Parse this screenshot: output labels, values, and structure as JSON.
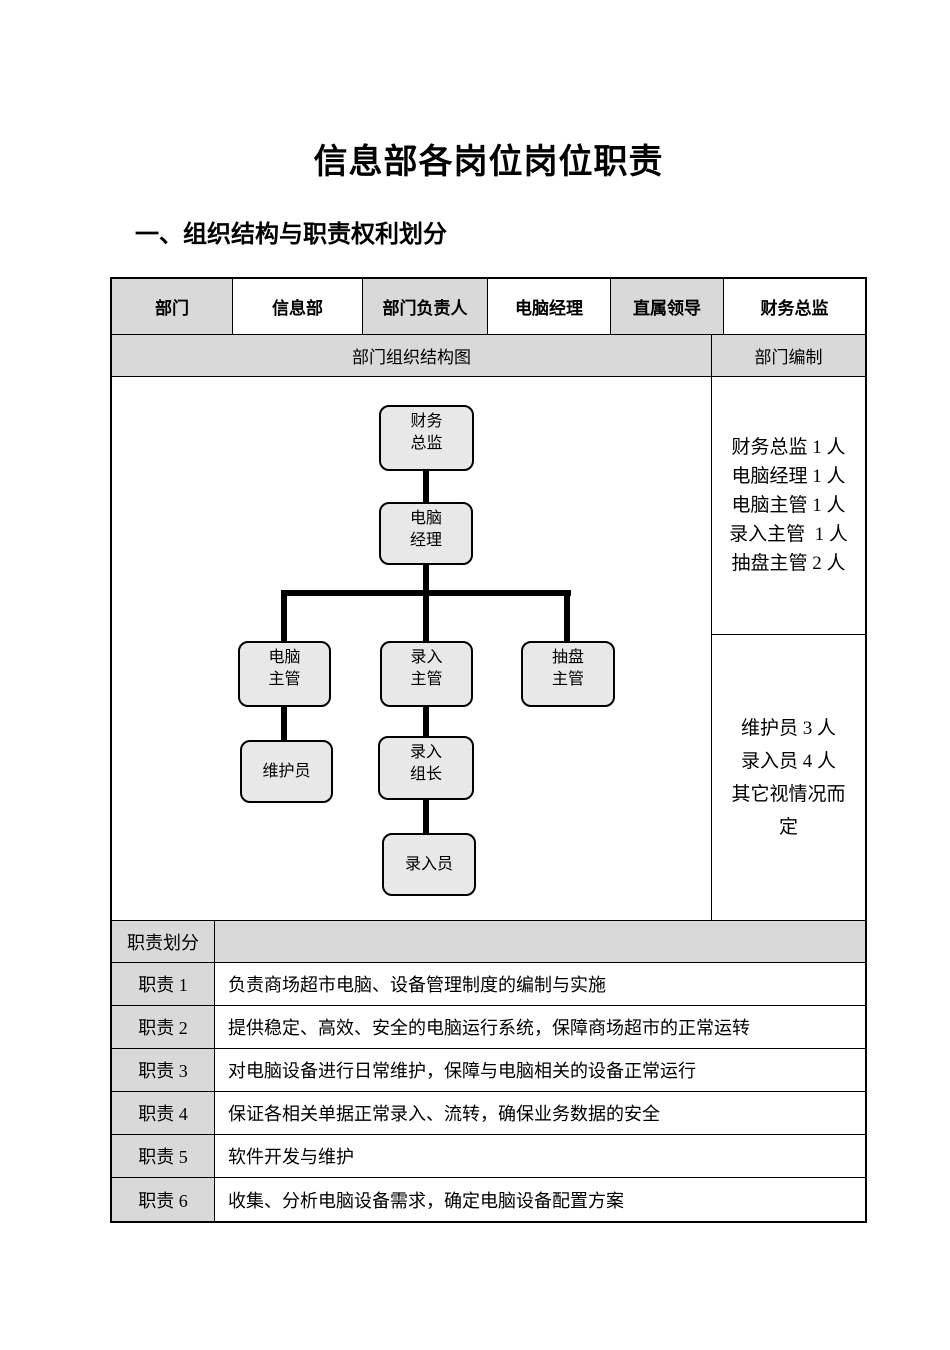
{
  "colors": {
    "table_header_bg": "#d9d9d9",
    "org_box_bg": "#e8e8e8",
    "border": "#000000",
    "page_bg": "#ffffff"
  },
  "page": {
    "title": "信息部各岗位岗位职责",
    "section_heading": "一、组织结构与职责权利划分"
  },
  "info_table": {
    "row": [
      "部门",
      "信息部",
      "部门负责人",
      "电脑经理",
      "直属领导",
      "财务总监"
    ],
    "diagram_title": "部门组织结构图",
    "staffing_title": "部门编制"
  },
  "org_chart": {
    "nodes": {
      "finance_director": "财务\n总监",
      "computer_manager": "电脑\n经理",
      "computer_supervisor": "电脑\n主管",
      "entry_supervisor": "录入\n主管",
      "stocktake_supervisor": "抽盘\n主管",
      "maintenance_staff": "维护员",
      "entry_team_leader": "录入\n组长",
      "entry_clerk": "录入员"
    },
    "staffing_upper": [
      "财务总监 1 人",
      "电脑经理 1 人",
      "电脑主管 1 人",
      "录入主管  1 人",
      "抽盘主管 2 人"
    ],
    "staffing_lower": [
      "维护员 3 人",
      "录入员 4 人",
      "其它视情况而\n定"
    ]
  },
  "responsibilities": {
    "section_label": "职责划分",
    "rows": [
      {
        "label": "职责 1",
        "text": "负责商场超市电脑、设备管理制度的编制与实施"
      },
      {
        "label": "职责 2",
        "text": "提供稳定、高效、安全的电脑运行系统，保障商场超市的正常运转"
      },
      {
        "label": "职责 3",
        "text": "对电脑设备进行日常维护，保障与电脑相关的设备正常运行"
      },
      {
        "label": "职责 4",
        "text": "保证各相关单据正常录入、流转，确保业务数据的安全"
      },
      {
        "label": "职责 5",
        "text": "软件开发与维护"
      },
      {
        "label": "职责 6",
        "text": "收集、分析电脑设备需求，确定电脑设备配置方案"
      }
    ]
  }
}
